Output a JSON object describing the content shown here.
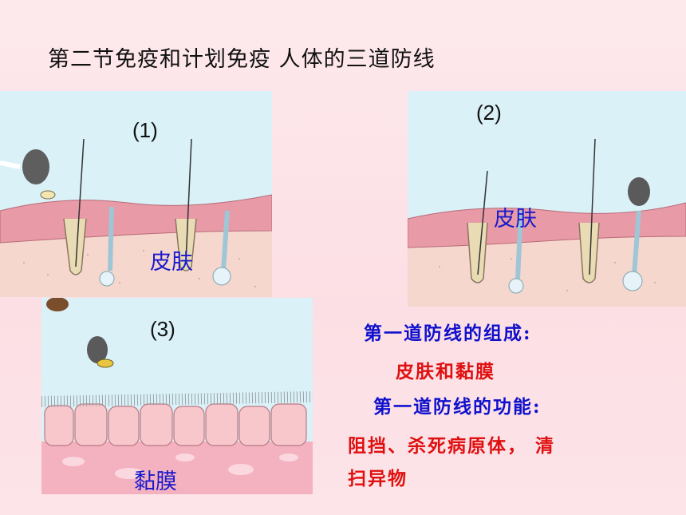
{
  "title": "第二节免疫和计划免疫   人体的三道防线",
  "panels": {
    "p1": {
      "number": "(1)",
      "caption": "皮肤"
    },
    "p2": {
      "number": "(2)",
      "caption": "皮肤"
    },
    "p3": {
      "number": "(3)",
      "caption": "黏膜"
    }
  },
  "info": {
    "composition_heading": "第一道防线的组成:",
    "composition_value": "皮肤和黏膜",
    "function_heading": "第一道防线的功能:",
    "function_line1": "阻挡、杀死病原体， 清",
    "function_line2": "扫异物"
  },
  "colors": {
    "sky": "#d9f1f7",
    "skin_top": "#e89aa6",
    "dermis": "#f5d7cd",
    "mucosa": "#f4b2c0",
    "blue_text": "#1010cc",
    "red_text": "#e01010"
  }
}
